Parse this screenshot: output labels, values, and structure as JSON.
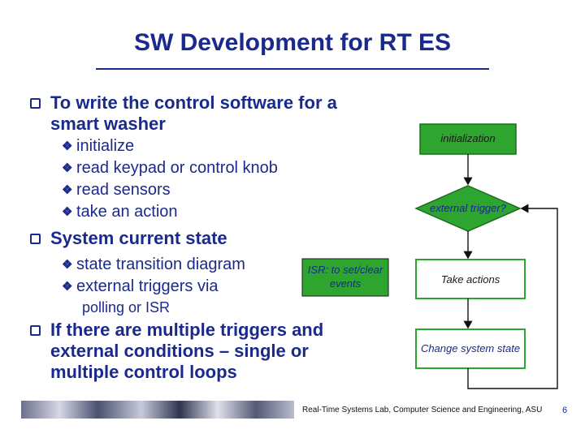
{
  "slide": {
    "title": "SW Development for RT ES",
    "bullets": [
      {
        "line1": "To write the control software for a",
        "line2": "smart washer"
      },
      {
        "line1": "System current state"
      },
      {
        "line1": "If there are multiple triggers and",
        "line2": "external conditions – single or",
        "line3": "multiple control loops"
      }
    ],
    "sub1": [
      "initialize",
      "read keypad or control knob",
      "read sensors",
      "take an action"
    ],
    "sub2": [
      "state transition diagram",
      "external triggers via"
    ],
    "sub2_cont": "polling or ISR",
    "isr_box": {
      "line1": "ISR: to set/clear",
      "line2": "events"
    },
    "flowchart": {
      "initialization": "initialization",
      "trigger": "external trigger?",
      "take_actions": "Take actions",
      "change_state": "Change system state"
    },
    "footer": "Real-Time Systems Lab, Computer Science and Engineering, ASU",
    "page_number": "6"
  },
  "colors": {
    "text_blue": "#1a2a8c",
    "box_green": "#2ea52e",
    "box_dark": "#1f6b1f"
  }
}
